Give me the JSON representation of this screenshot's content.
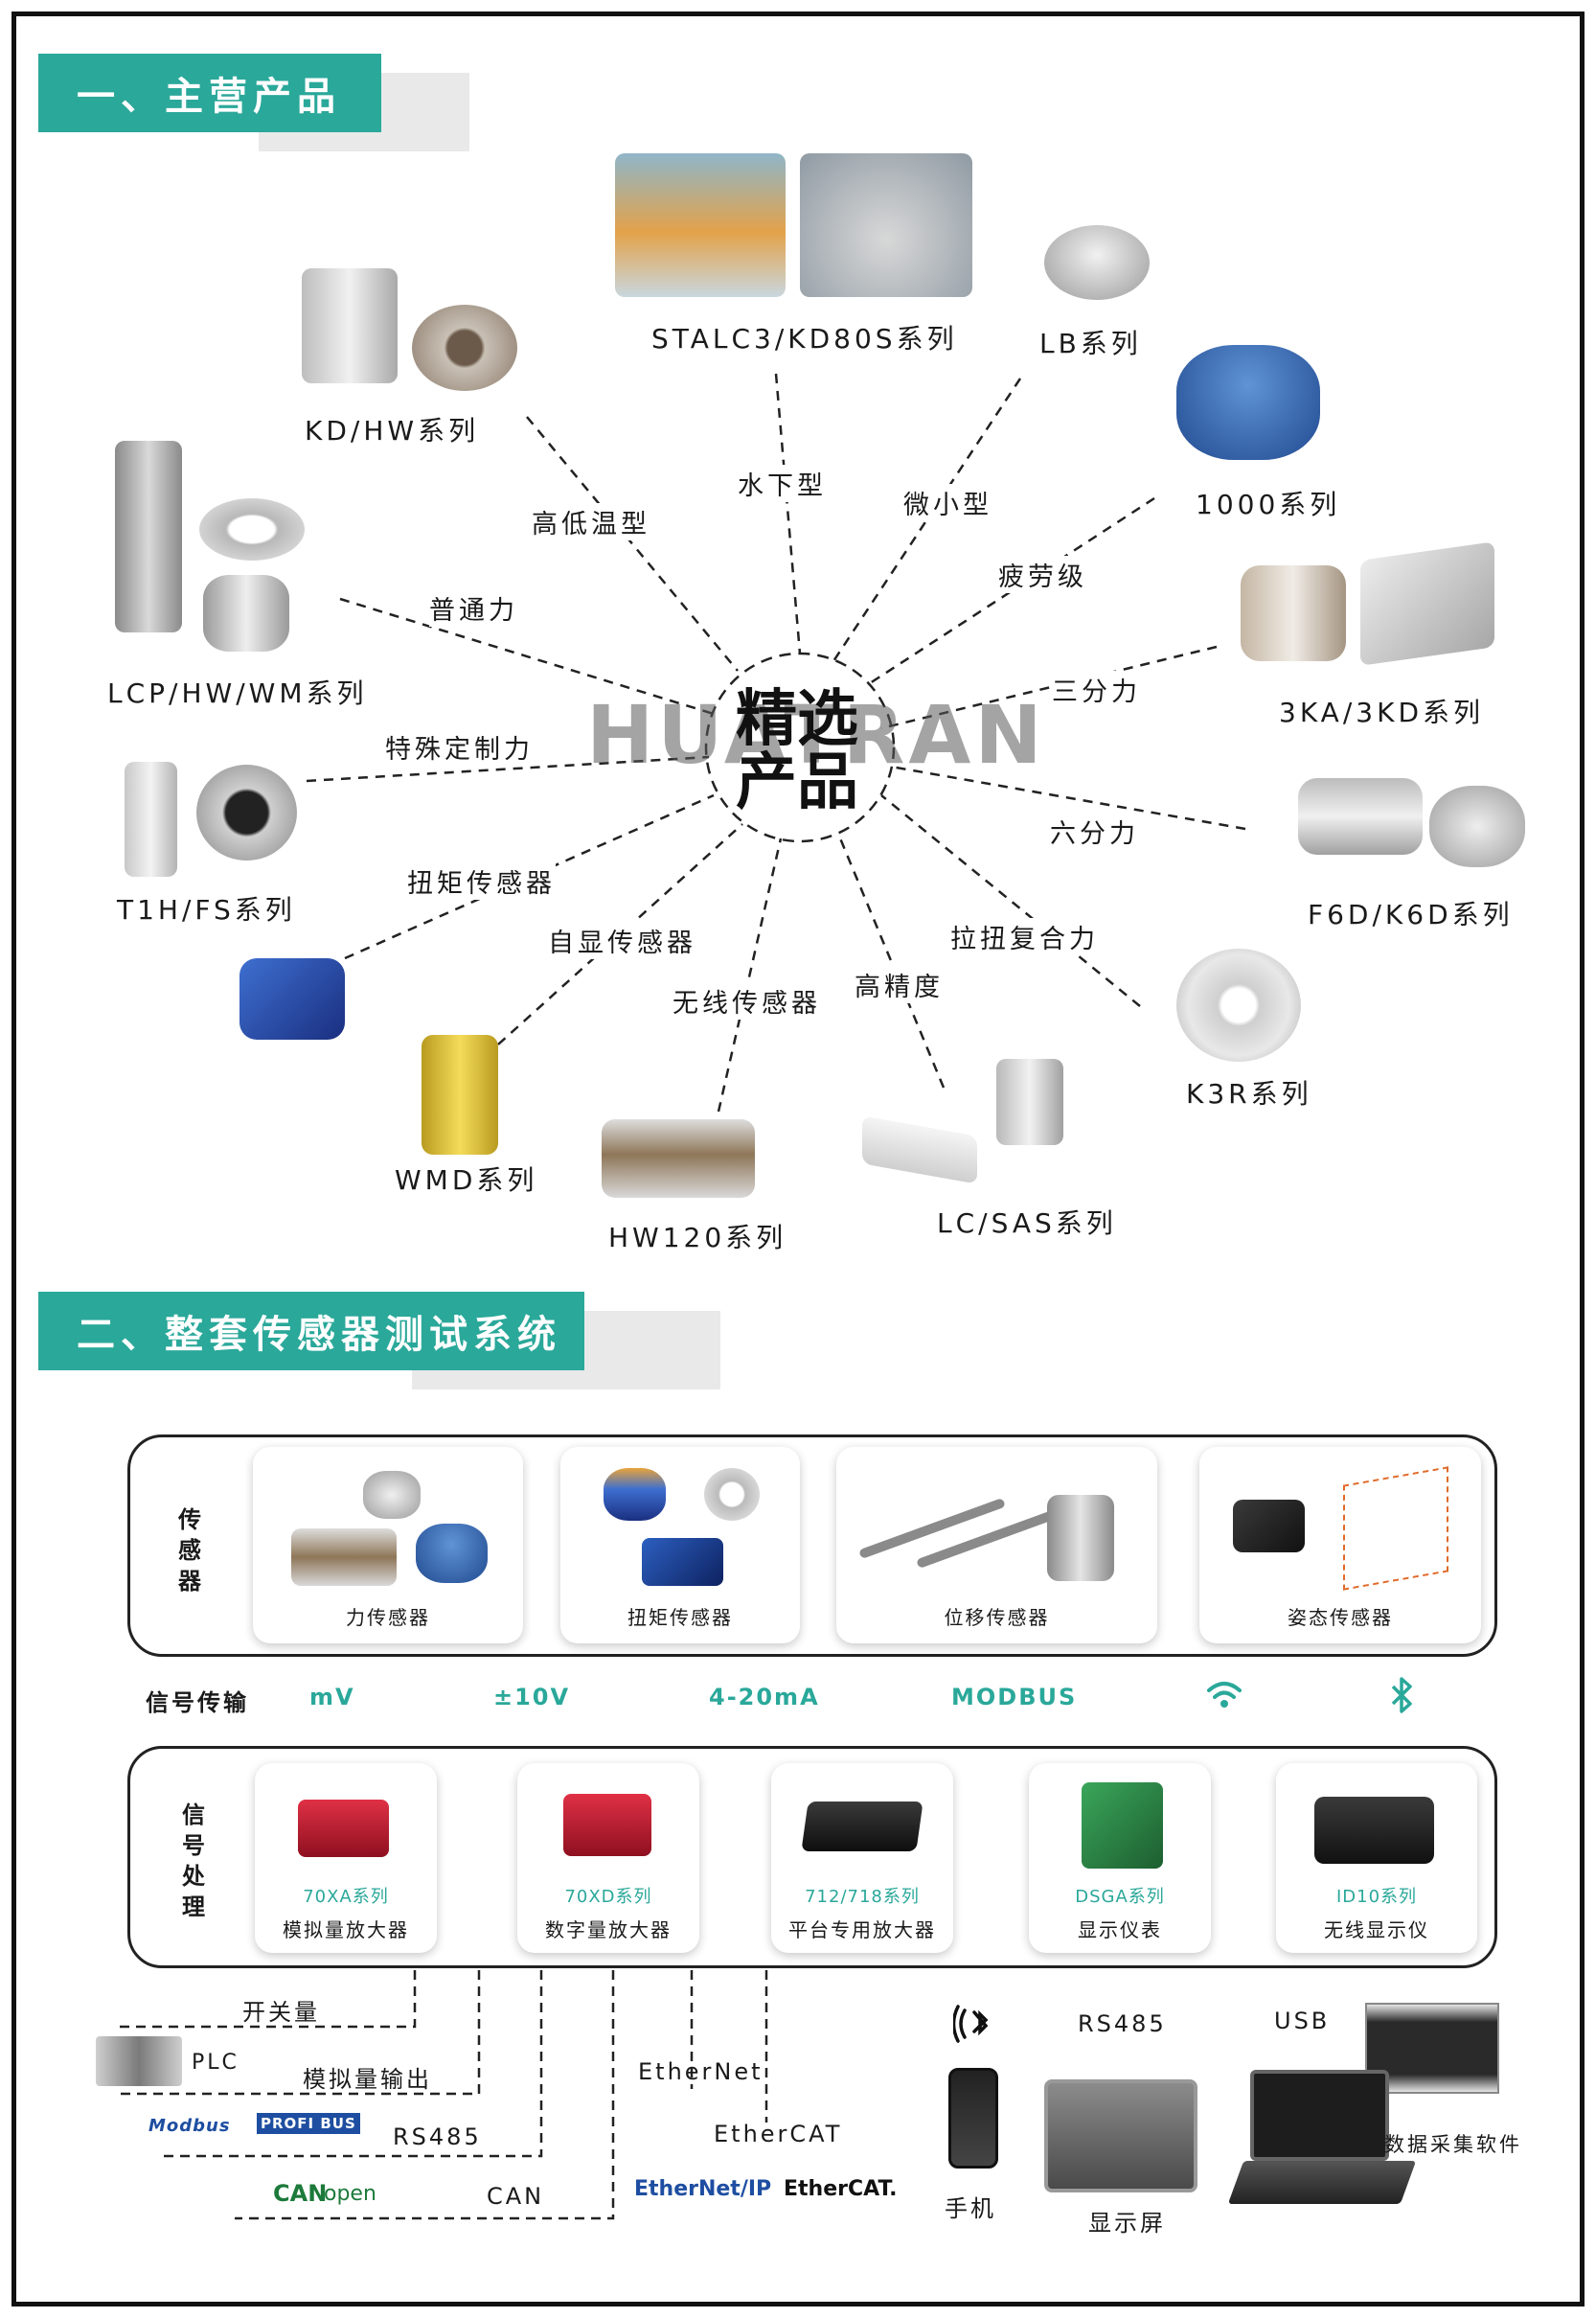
{
  "section1": {
    "title": "一、主营产品"
  },
  "section2": {
    "title": "二、整套传感器测试系统"
  },
  "center": {
    "line1": "精选",
    "line2": "产品",
    "watermark": "HUATRAN"
  },
  "categories": {
    "gao_di_wen": "高低温型",
    "shui_xia": "水下型",
    "wei_xiao": "微小型",
    "pi_lao": "疲劳级",
    "pu_tong": "普通力",
    "san_fen": "三分力",
    "te_shu": "特殊定制力",
    "liu_fen": "六分力",
    "niu_ju": "扭矩传感器",
    "zi_xian": "自显传感器",
    "wu_xian": "无线传感器",
    "gao_jing": "高精度",
    "la_niu": "拉扭复合力"
  },
  "products": {
    "stalc3": "STALC3/KD80S系列",
    "lb": "LB系列",
    "kdhw": "KD/HW系列",
    "s1000": "1000系列",
    "lcp": "LCP/HW/WM系列",
    "ka3": "3KA/3KD系列",
    "t1h": "T1H/FS系列",
    "f6d": "F6D/K6D系列",
    "k3r": "K3R系列",
    "wmd": "WMD系列",
    "hw120": "HW120系列",
    "lcsas": "LC/SAS系列"
  },
  "sensors": {
    "row_label": [
      "传",
      "感",
      "器"
    ],
    "items": [
      "力传感器",
      "扭矩传感器",
      "位移传感器",
      "姿态传感器"
    ]
  },
  "signal": {
    "label": "信号传输",
    "items": [
      "mV",
      "±10V",
      "4-20mA",
      "MODBUS"
    ]
  },
  "processing": {
    "row_label": [
      "信",
      "号",
      "处",
      "理"
    ],
    "items": [
      {
        "series": "70XA系列",
        "name": "模拟量放大器"
      },
      {
        "series": "70XD系列",
        "name": "数字量放大器"
      },
      {
        "series": "712/718系列",
        "name": "平台专用放大器"
      },
      {
        "series": "DSGA系列",
        "name": "显示仪表"
      },
      {
        "series": "ID10系列",
        "name": "无线显示仪"
      }
    ]
  },
  "outputs": {
    "switch": "开关量",
    "plc": "PLC",
    "analog": "模拟量输出",
    "modbus_logo": "Modbus",
    "profibus_logo": "PROFI BUS",
    "rs485": "RS485",
    "canopen_logo_can": "CAN",
    "canopen_logo_open": "open",
    "can": "CAN",
    "ethernet": "EtherNet",
    "ethercat": "EtherCAT",
    "ethernetip_logo": "EtherNet/IP",
    "ethercat_logo": "EtherCAT.",
    "phone": "手机",
    "rs485_2": "RS485",
    "display": "显示屏",
    "usb": "USB",
    "software": "数据采集软件"
  },
  "colors": {
    "accent": "#2aa89a",
    "border": "#111111"
  }
}
